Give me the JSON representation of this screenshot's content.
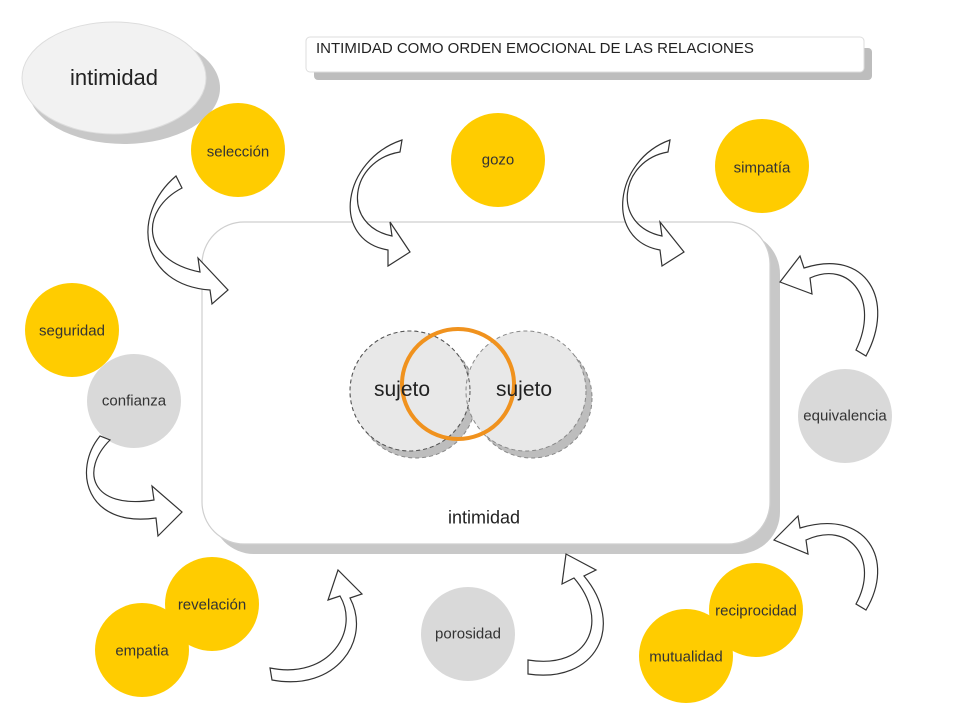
{
  "title": "INTIMIDAD COMO ORDEN EMOCIONAL DE LAS RELACIONES",
  "top_left_label": "intimidad",
  "center_box_label": "intimidad",
  "center_subjects": [
    "sujeto",
    "sujeto"
  ],
  "colors": {
    "yellow": "#FFCC00",
    "gray": "#D9D9D9",
    "orange_ring": "#F0921E",
    "arrow_stroke": "#333333"
  },
  "bubbles": {
    "seleccion": "selección",
    "gozo": "gozo",
    "simpatia": "simpatía",
    "seguridad": "seguridad",
    "confianza": "confianza",
    "equivalencia": "equivalencia",
    "revelacion": "revelación",
    "empatia": "empatia",
    "porosidad": "porosidad",
    "reciprocidad": "reciprocidad",
    "mutualidad": "mutualidad"
  }
}
